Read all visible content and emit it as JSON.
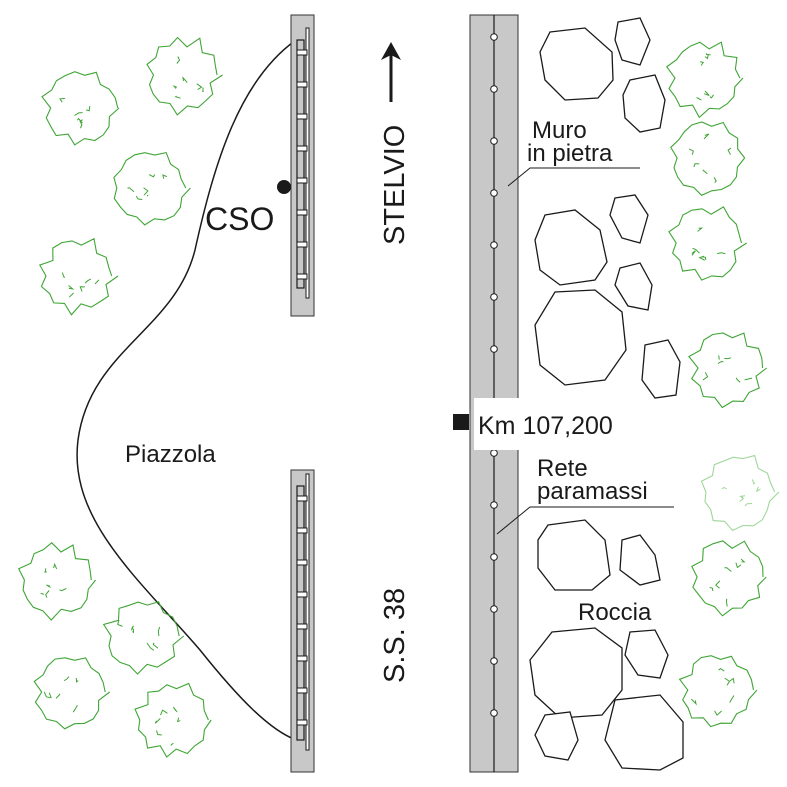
{
  "labels": {
    "cso": "CSO",
    "direction": "STELVIO",
    "road": "S.S. 38",
    "layby": "Piazzola",
    "wall_line1": "Muro",
    "wall_line2": "in pietra",
    "km": "Km 107,200",
    "net_line1": "Rete",
    "net_line2": "paramassi",
    "rock": "Roccia"
  },
  "colors": {
    "strip": "#c8c8c8",
    "tree": "#3fa535",
    "tree_faded": "#9fd69a",
    "line": "#1a1a1a"
  }
}
